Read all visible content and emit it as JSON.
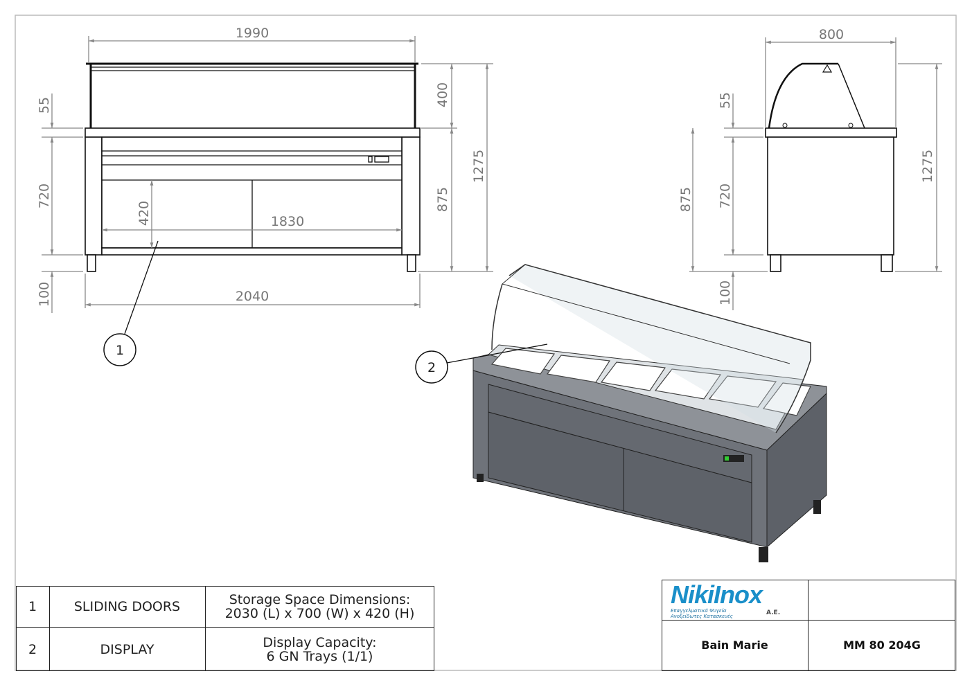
{
  "front_view": {
    "dims": {
      "top_width": "1990",
      "overall_width": "2040",
      "inner_width": "1830",
      "door_height": "420",
      "top_thickness": "55",
      "body_height": "720",
      "leg_height": "100",
      "glass_height": "400",
      "counter_height": "875",
      "total_height": "1275"
    }
  },
  "side_view": {
    "dims": {
      "depth": "800",
      "top_thickness": "55",
      "body_height": "720",
      "counter_height": "875",
      "leg_height": "100",
      "total_height": "1275"
    }
  },
  "balloons": [
    "1",
    "2"
  ],
  "parts_table": [
    {
      "no": "1",
      "name": "SLIDING DOORS",
      "desc_line1": "Storage Space Dimensions:",
      "desc_line2": "2030 (L) x 700 (W) x 420 (H)"
    },
    {
      "no": "2",
      "name": "DISPLAY",
      "desc_line1": "Display Capacity:",
      "desc_line2": "6 GN Trays (1/1)"
    }
  ],
  "title_block": {
    "logo_text": "NikiInox",
    "logo_sub": "Επαγγελματικά Ψυγεία Ανοξείδωτες Κατασκευές",
    "logo_suffix": "A.E.",
    "product": "Bain Marie",
    "model": "MM 80 204G"
  },
  "colors": {
    "logo_blue": "#1a8fc9",
    "cabinet": "#6f737a",
    "cabinet_dark": "#55595f"
  }
}
